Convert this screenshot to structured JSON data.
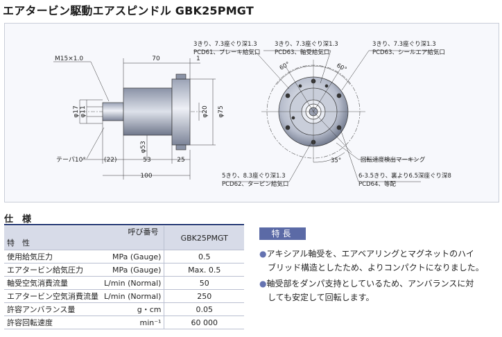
{
  "title": "エアタービン駆動エアスピンドル GBK25PMGT",
  "drawing": {
    "m_thread": "M15×1.0",
    "dim_70": "70",
    "dim_1": "1",
    "phi17": "φ17",
    "phi11": "φ11",
    "phi53": "φ53",
    "phi20": "φ20",
    "phi75": "φ75",
    "taper": "テーパ10°",
    "dim_22": "(22)",
    "dim_53": "53",
    "dim_25": "25",
    "dim_100": "100",
    "note1_a": "3きり、7.3座ぐり深1.3",
    "note1_b": "PCD61、ブレーキ給気口",
    "note2_a": "3きり、7.3座ぐり深1.3",
    "note2_b": "PCD63、軸受給気口",
    "note3_a": "3きり、7.3座ぐり深1.3",
    "note3_b": "PCD63、シールエア給気口",
    "angle_60a": "60°",
    "angle_60b": "60°",
    "angle_35": "35°",
    "marking": "回転速度検出マーキング",
    "note4_a": "5きり、8.3座ぐり深1.3",
    "note4_b": "PCD62、タービン給気口",
    "note5_a": "6-3.5きり、裏より6.5深座ぐり深8",
    "note5_b": "PCD64、等配"
  },
  "spec": {
    "section_label": "仕　様",
    "header_top": "呼び番号",
    "header_bottom": "特　性",
    "model": "GBK25PMGT",
    "rows": [
      {
        "name": "使用給気圧力",
        "unit": "MPa (Gauge)",
        "value": "0.5"
      },
      {
        "name": "エアタービン給気圧力",
        "unit": "MPa (Gauge)",
        "value": "Max. 0.5"
      },
      {
        "name": "軸受空気消費流量",
        "unit": "L/min (Normal)",
        "value": "50"
      },
      {
        "name": "エアタービン空気消費流量",
        "unit": "L/min (Normal)",
        "value": "250"
      },
      {
        "name": "許容アンバランス量",
        "unit": "g・cm",
        "value": "0.05"
      },
      {
        "name": "許容回転速度",
        "unit": "min⁻¹",
        "value": "60 000"
      }
    ]
  },
  "features": {
    "title": "特長",
    "items": [
      {
        "line1": "アキシアル軸受を、エアベアリングとマグネットのハイ",
        "line2": "ブリッド構造としたため、よりコンパクトになりました。"
      },
      {
        "line1": "軸受部をダンパ支持としているため、アンバランスに対",
        "line2": "しても安定して回転します。"
      }
    ]
  },
  "colors": {
    "accent": "#1a2f6e",
    "table_header": "#d7dbe8",
    "badge": "#5b6aa6"
  }
}
